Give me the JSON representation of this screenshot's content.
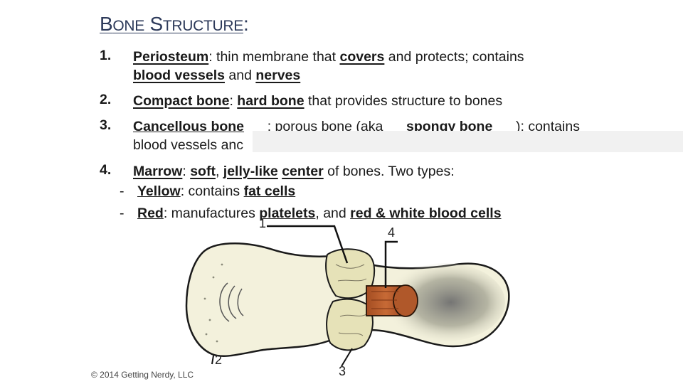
{
  "title": {
    "b_first": "B",
    "b_rest": "ONE",
    "s_first": "S",
    "s_rest": "TRUCTURE",
    "colon": ":"
  },
  "items": [
    {
      "number": "1.",
      "term": "Periosteum",
      "t1": ": thin membrane that ",
      "k1": "covers",
      "t2": " and protects; contains ",
      "k2": "blood vessels",
      "t3": " and ",
      "k3": "nerves"
    },
    {
      "number": "2.",
      "term": "Compact bone",
      "t1": ": ",
      "k1": "hard bone",
      "t2": " that provides structure to bones"
    },
    {
      "number": "3.",
      "term": "Cancellous bone",
      "t1": ": porous bone (aka ",
      "k1": "spongy bone",
      "t2": "); contains",
      "line2": "blood vessels anc"
    },
    {
      "number": "4.",
      "term": "Marrow",
      "t1": ": ",
      "k1": "soft",
      "t2": ", ",
      "k2": "jelly-like",
      "t3": " ",
      "k3": "center",
      "t4": " of bones.  Two types:"
    }
  ],
  "marrow_types": [
    {
      "dash": "-",
      "name": "Yellow",
      "t1": ":  contains ",
      "k1": "fat cells"
    },
    {
      "dash": "-",
      "name": "Red",
      "t1": ":  manufactures ",
      "k1": "platelets",
      "t2": ", and ",
      "k2": "red & white blood cells"
    }
  ],
  "diagram_labels": {
    "l1": "1",
    "l2": "2",
    "l3": "3",
    "l4": "4"
  },
  "colors": {
    "title": "#2d3a5a",
    "bone_fill": "#f3f1dc",
    "cartilage_fill": "#e6e2b8",
    "marrow_fill": "#b85a2c",
    "overlay": "#f1f1f1"
  },
  "copyright": "© 2014 Getting Nerdy, LLC"
}
